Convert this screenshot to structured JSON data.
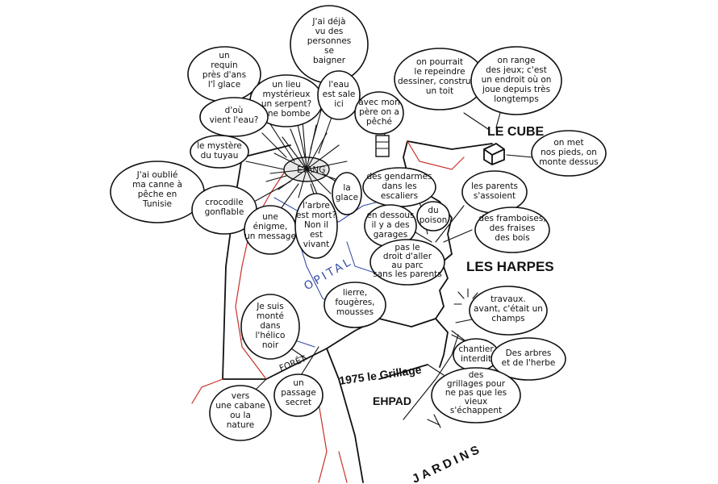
{
  "colors": {
    "ink": "#111111",
    "red_ink": "#c8302c",
    "blue_ink": "#3b4fa8"
  },
  "map_labels": {
    "le_cube": "LE CUBE",
    "les_harpes": "LES HARPES",
    "ehpad": "EHPAD",
    "jardins": "JARDINS",
    "grillage": "1975 le Grillage",
    "opital": "OPITAL",
    "foret": "FORÊT",
    "etang": "ÉTANG"
  },
  "bubbles": [
    {
      "id": "requin",
      "lines": [
        "un",
        "requin",
        "près d'ans",
        "l'î glace"
      ]
    },
    {
      "id": "personnes",
      "lines": [
        "J'ai déjà",
        "vu des",
        "personnes",
        "se",
        "baigner"
      ]
    },
    {
      "id": "lieu",
      "lines": [
        "un lieu",
        "mystérieux",
        "un serpent?",
        "une bombe"
      ]
    },
    {
      "id": "eau_sale",
      "lines": [
        "l'eau",
        "est sale",
        "ici"
      ]
    },
    {
      "id": "papa",
      "lines": [
        "avec mon",
        "père on a",
        "pêché"
      ]
    },
    {
      "id": "vient",
      "lines": [
        "d'où",
        "vient l'eau?"
      ]
    },
    {
      "id": "mystere",
      "lines": [
        "le mystère",
        "du tuyau"
      ]
    },
    {
      "id": "canne",
      "lines": [
        "J'ai oublié",
        "ma canne à",
        "pêche en",
        "Tunisie"
      ]
    },
    {
      "id": "crocodile",
      "lines": [
        "crocodile",
        "gonflable"
      ]
    },
    {
      "id": "enigme",
      "lines": [
        "une",
        "énigme,",
        "un message"
      ]
    },
    {
      "id": "arbre",
      "lines": [
        "l'arbre",
        "est mort?",
        "Non il",
        "est",
        "vivant"
      ]
    },
    {
      "id": "glace",
      "lines": [
        "la",
        "glace"
      ]
    },
    {
      "id": "gendarmes",
      "lines": [
        "des gendarmes",
        "dans les",
        "escaliers"
      ]
    },
    {
      "id": "poison",
      "lines": [
        "du",
        "poison"
      ]
    },
    {
      "id": "garages",
      "lines": [
        "en dessous",
        "il y a des",
        "garages"
      ]
    },
    {
      "id": "droit",
      "lines": [
        "pas le",
        "droit d'aller",
        "au parc",
        "sans les parents"
      ]
    },
    {
      "id": "dessiner",
      "lines": [
        "on pourrait",
        "le repeindre",
        "dessiner, construire",
        "un toit"
      ]
    },
    {
      "id": "ranger",
      "lines": [
        "on range",
        "des jeux; c'est",
        "un endroit où on",
        "joue depuis très",
        "longtemps"
      ]
    },
    {
      "id": "pieds",
      "lines": [
        "on met",
        "nos pieds, on",
        "monte dessus"
      ]
    },
    {
      "id": "parents",
      "lines": [
        "les parents",
        "s'assoient"
      ]
    },
    {
      "id": "framboises",
      "lines": [
        "des framboises,",
        "des fraises",
        "des bois"
      ]
    },
    {
      "id": "travaux",
      "lines": [
        "travaux.",
        "avant, c'était un",
        "champs"
      ]
    },
    {
      "id": "chantier",
      "lines": [
        "chantier",
        "interdit"
      ]
    },
    {
      "id": "arbres_herbe",
      "lines": [
        "Des arbres",
        "et de l'herbe"
      ]
    },
    {
      "id": "grillages",
      "lines": [
        "des",
        "grillages pour",
        "ne pas que les",
        "vieux",
        "s'échappent"
      ]
    },
    {
      "id": "lierre",
      "lines": [
        "lierre,",
        "fougères,",
        "mousses"
      ]
    },
    {
      "id": "helico",
      "lines": [
        "Je suis",
        "monté",
        "dans",
        "l'hélico",
        "noir"
      ]
    },
    {
      "id": "passage",
      "lines": [
        "un",
        "passage",
        "secret"
      ]
    },
    {
      "id": "cabane",
      "lines": [
        "vers",
        "une cabane",
        "ou la",
        "nature"
      ]
    }
  ]
}
